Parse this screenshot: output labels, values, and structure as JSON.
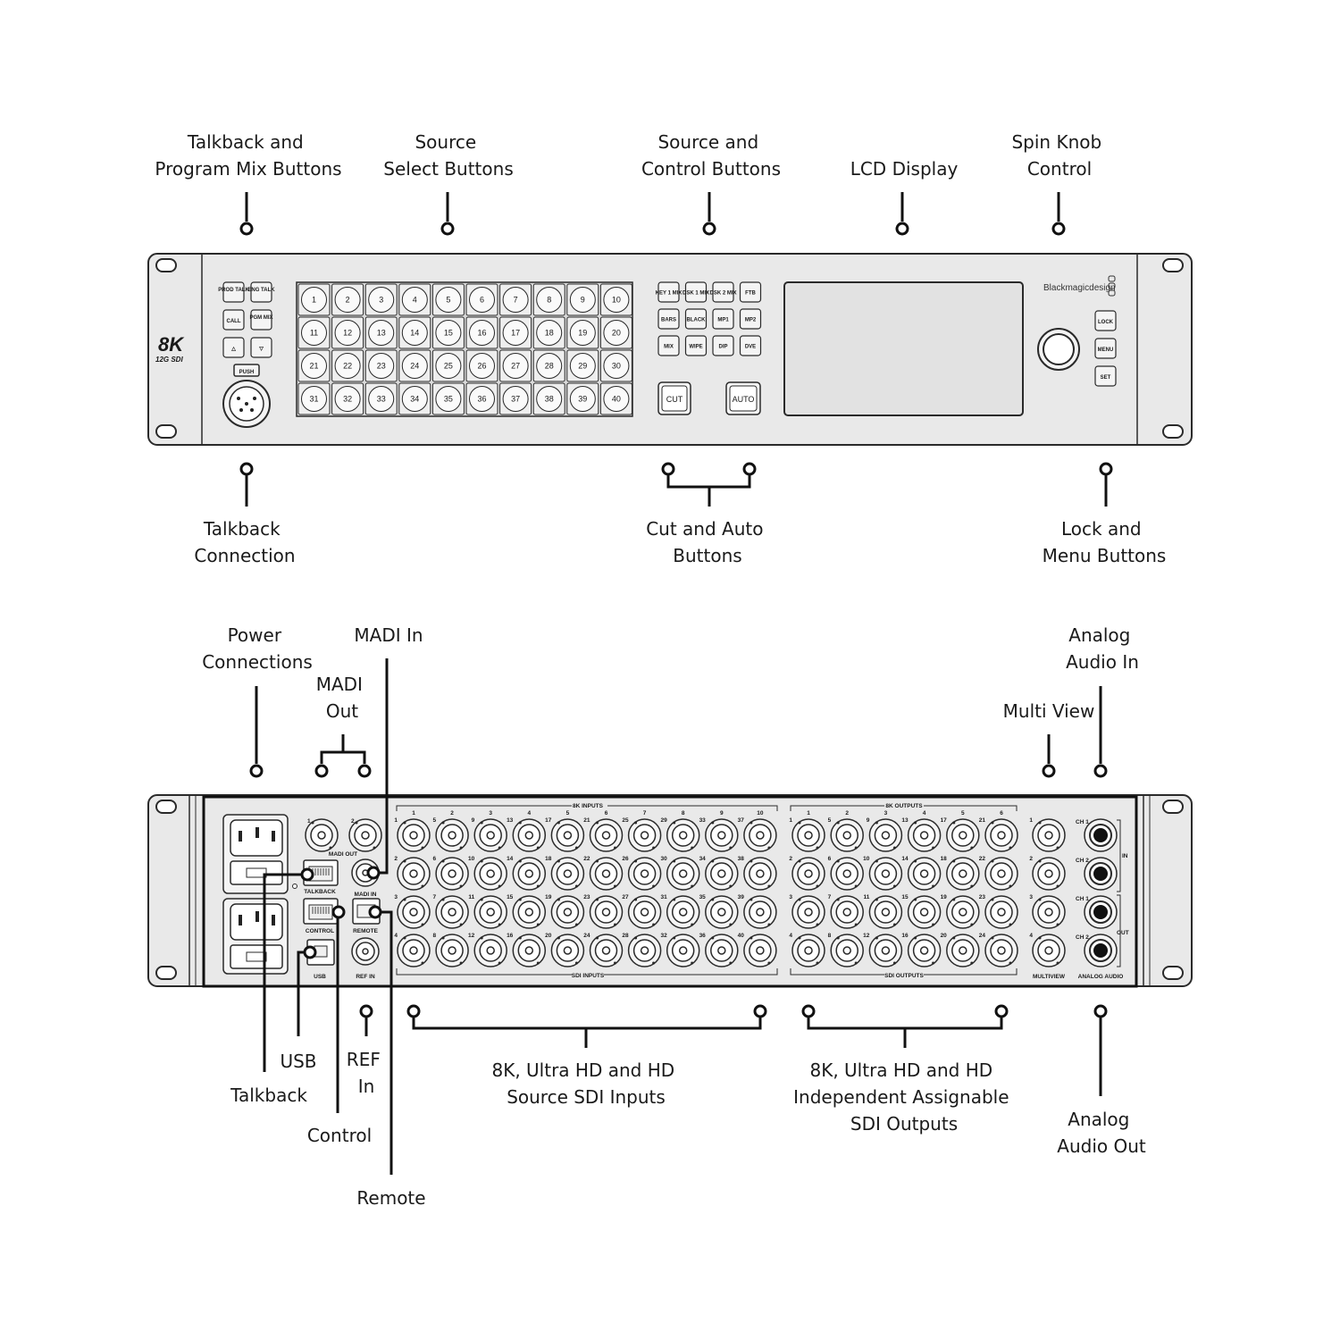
{
  "front_panel": {
    "callouts": {
      "talkback_mix": [
        "Talkback and",
        "Program Mix Buttons"
      ],
      "source_select": [
        "Source",
        "Select Buttons"
      ],
      "source_control": [
        "Source and",
        "Control  Buttons"
      ],
      "lcd": [
        "LCD Display"
      ],
      "spin_knob": [
        "Spin Knob",
        "Control"
      ],
      "talkback_conn": [
        "Talkback",
        "Connection"
      ],
      "cut_auto": [
        "Cut and Auto",
        "Buttons"
      ],
      "lock_menu": [
        "Lock and",
        "Menu Buttons"
      ]
    },
    "badge": {
      "line1": "8K",
      "line2": "12G SDI"
    },
    "talk_buttons": [
      "PROD TALK",
      "ENG TALK",
      "CALL",
      "PGM MIX",
      "△",
      "▽"
    ],
    "push_label": "PUSH",
    "source_buttons": [
      "1",
      "2",
      "3",
      "4",
      "5",
      "6",
      "7",
      "8",
      "9",
      "10",
      "11",
      "12",
      "13",
      "14",
      "15",
      "16",
      "17",
      "18",
      "19",
      "20",
      "21",
      "22",
      "23",
      "24",
      "25",
      "26",
      "27",
      "28",
      "29",
      "30",
      "31",
      "32",
      "33",
      "34",
      "35",
      "36",
      "37",
      "38",
      "39",
      "40"
    ],
    "control_buttons": [
      "KEY 1 MIX",
      "DSK 1 MIX",
      "DSK 2 MIX",
      "FTB",
      "BARS",
      "BLACK",
      "MP1",
      "MP2",
      "MIX",
      "WIPE",
      "DIP",
      "DVE"
    ],
    "cut_label": "CUT",
    "auto_label": "AUTO",
    "brand": "Blackmagicdesign",
    "side_buttons": [
      "LOCK",
      "MENU",
      "SET"
    ]
  },
  "rear_panel": {
    "callouts": {
      "power": [
        "Power",
        "Connections"
      ],
      "madi_in": [
        "MADI In"
      ],
      "madi_out": [
        "MADI",
        "Out"
      ],
      "multiview": [
        "Multi View"
      ],
      "analog_in": [
        "Analog",
        "Audio In"
      ],
      "usb": [
        "USB"
      ],
      "talkback": [
        "Talkback"
      ],
      "control": [
        "Control"
      ],
      "ref_in": [
        "REF",
        "In"
      ],
      "remote": [
        "Remote"
      ],
      "sdi_inputs": [
        "8K, Ultra HD and HD",
        "Source SDI Inputs"
      ],
      "sdi_outputs": [
        "8K, Ultra HD and HD",
        "Independent Assignable",
        "SDI Outputs"
      ],
      "analog_out": [
        "Analog",
        "Audio Out"
      ]
    },
    "labels": {
      "madi_out": "MADI OUT",
      "madi_in": "MADI IN",
      "talkback": "TALKBACK",
      "control": "CONTROL",
      "remote": "REMOTE",
      "usb": "USB",
      "ref_in": "REF IN",
      "inputs_top": "8K INPUTS",
      "inputs_bottom": "SDI INPUTS",
      "outputs_top": "8K OUTPUTS",
      "outputs_bottom": "SDI OUTPUTS",
      "multiview": "MULTIVIEW",
      "analog_audio": "ANALOG AUDIO",
      "in": "IN",
      "out": "OUT",
      "madi_port_numbers": [
        "1",
        "2"
      ]
    },
    "input_top_numbers": [
      "1",
      "2",
      "3",
      "4",
      "5",
      "6",
      "7",
      "8",
      "9",
      "10"
    ],
    "input_numbers": [
      [
        "1",
        "5",
        "9",
        "13",
        "17",
        "21",
        "25",
        "29",
        "33",
        "37"
      ],
      [
        "2",
        "6",
        "10",
        "14",
        "18",
        "22",
        "26",
        "30",
        "34",
        "38"
      ],
      [
        "3",
        "7",
        "11",
        "15",
        "19",
        "23",
        "27",
        "31",
        "35",
        "39"
      ],
      [
        "4",
        "8",
        "12",
        "16",
        "20",
        "24",
        "28",
        "32",
        "36",
        "40"
      ]
    ],
    "output_top_numbers": [
      "1",
      "2",
      "3",
      "4",
      "5",
      "6"
    ],
    "output_numbers": [
      [
        "1",
        "5",
        "9",
        "13",
        "17",
        "21"
      ],
      [
        "2",
        "6",
        "10",
        "14",
        "18",
        "22"
      ],
      [
        "3",
        "7",
        "11",
        "15",
        "19",
        "23"
      ],
      [
        "4",
        "8",
        "12",
        "16",
        "20",
        "24"
      ]
    ],
    "multiview_numbers": [
      "1",
      "2",
      "3",
      "4"
    ],
    "audio_channels": [
      "CH 1",
      "CH 2",
      "CH 1",
      "CH 2"
    ]
  }
}
